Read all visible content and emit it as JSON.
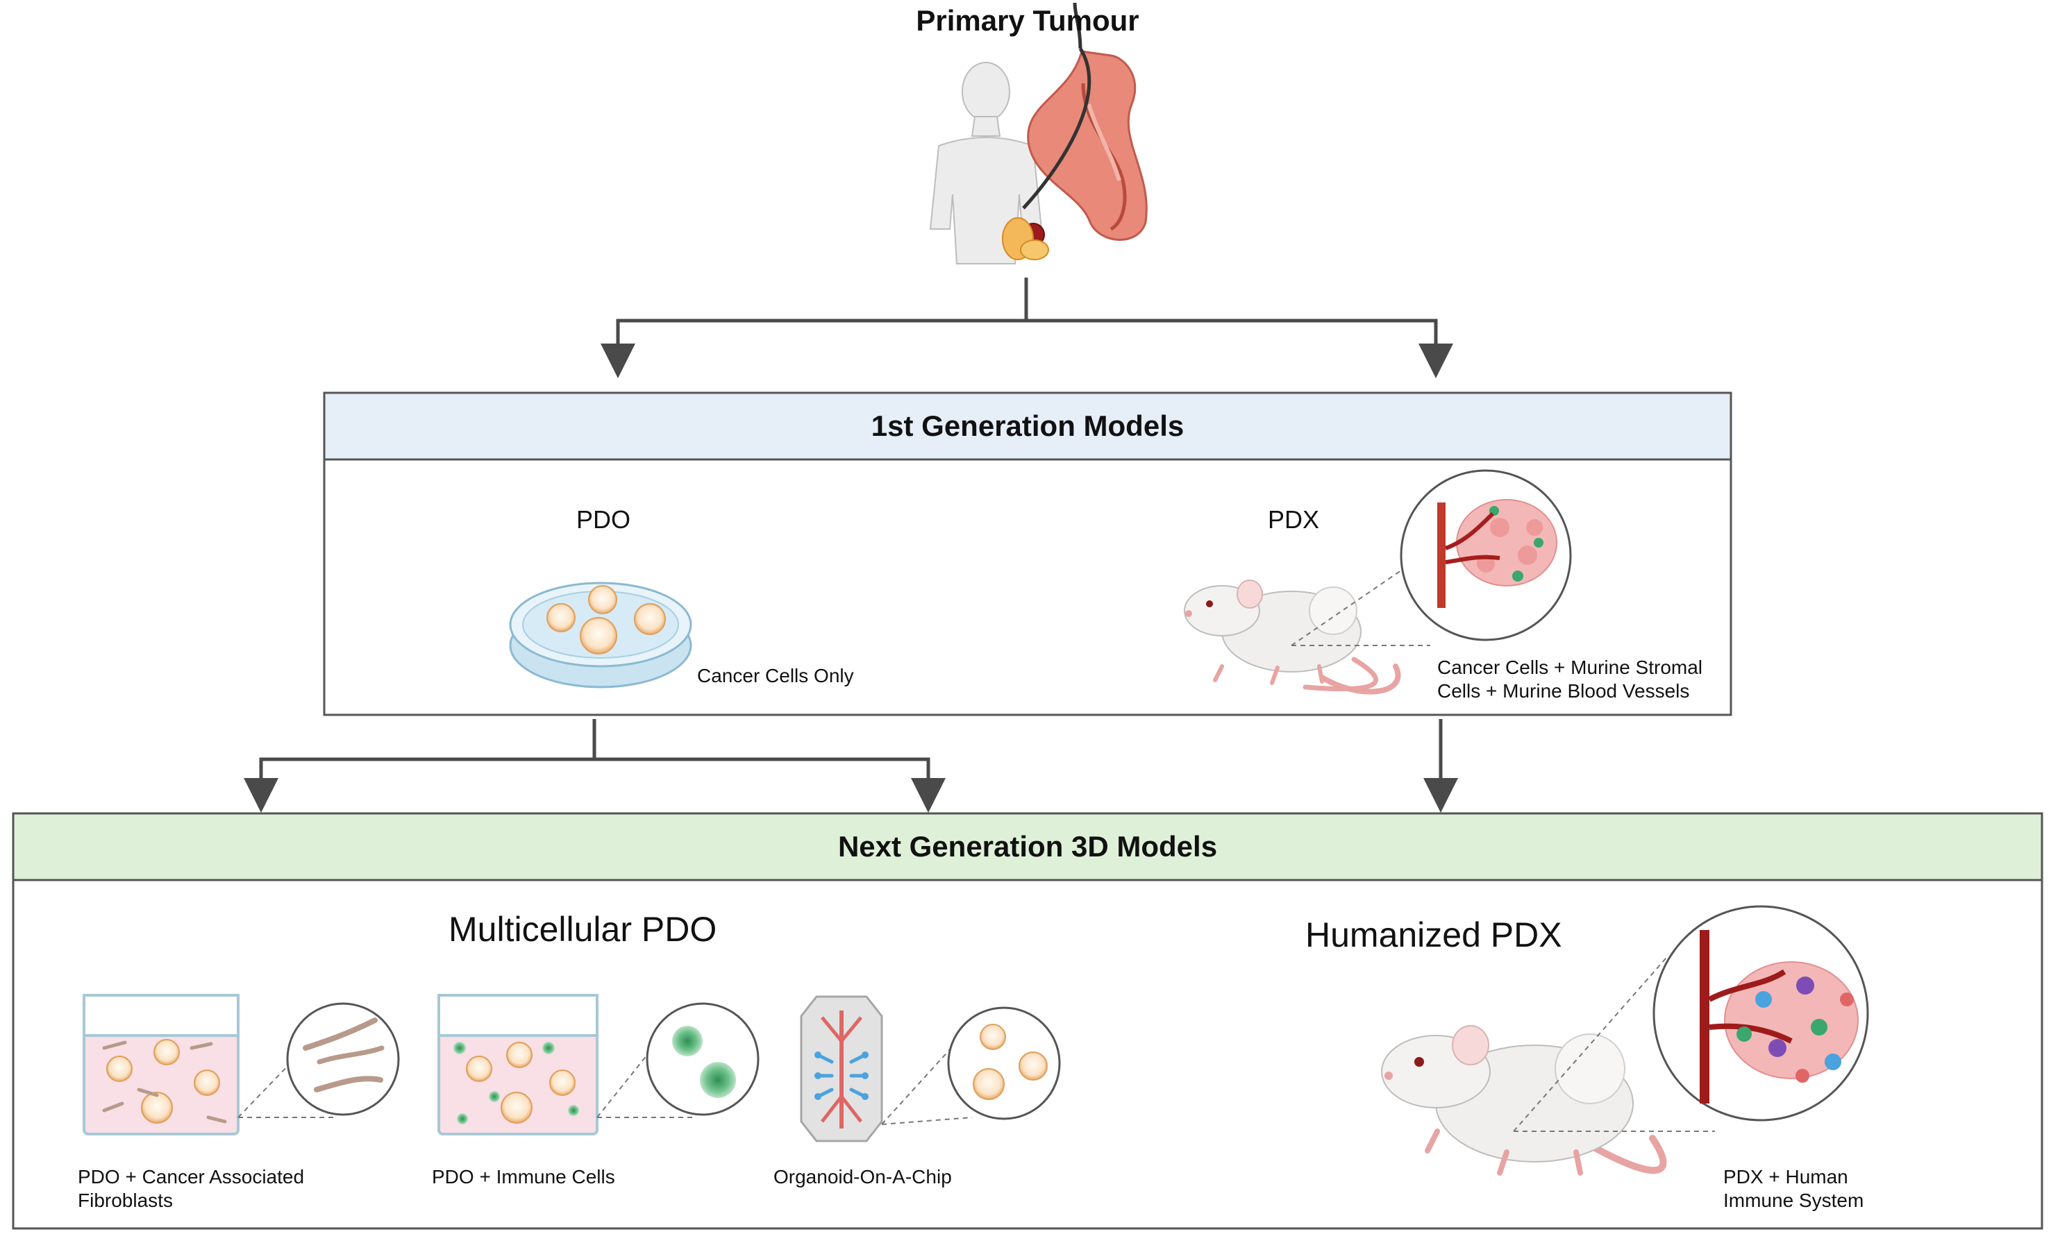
{
  "title": "Primary Tumour",
  "gen1": {
    "heading": "1st Generation Models",
    "pdo": {
      "label": "PDO",
      "caption": "Cancer Cells Only"
    },
    "pdx": {
      "label": "PDX",
      "caption_line1": "Cancer Cells + Murine Stromal",
      "caption_line2": "Cells + Murine Blood Vessels"
    }
  },
  "gen2": {
    "heading": "Next Generation 3D Models",
    "multicellular": {
      "label": "Multicellular PDO",
      "caf_line1": "PDO + Cancer Associated",
      "caf_line2": "Fibroblasts",
      "immune": "PDO + Immune Cells",
      "chip": "Organoid-On-A-Chip"
    },
    "humanized": {
      "label": "Humanized PDX",
      "caption_line1": "PDX + Human",
      "caption_line2": "Immune System"
    }
  },
  "colors": {
    "gen1_header": "#e6eef8",
    "gen2_header": "#dff0d8",
    "arrow": "#4a4a4a",
    "tumour": "#c0392b",
    "organoid": "#f6c58f",
    "immune": "#5fb57a",
    "vessel": "#9e1b1b"
  }
}
